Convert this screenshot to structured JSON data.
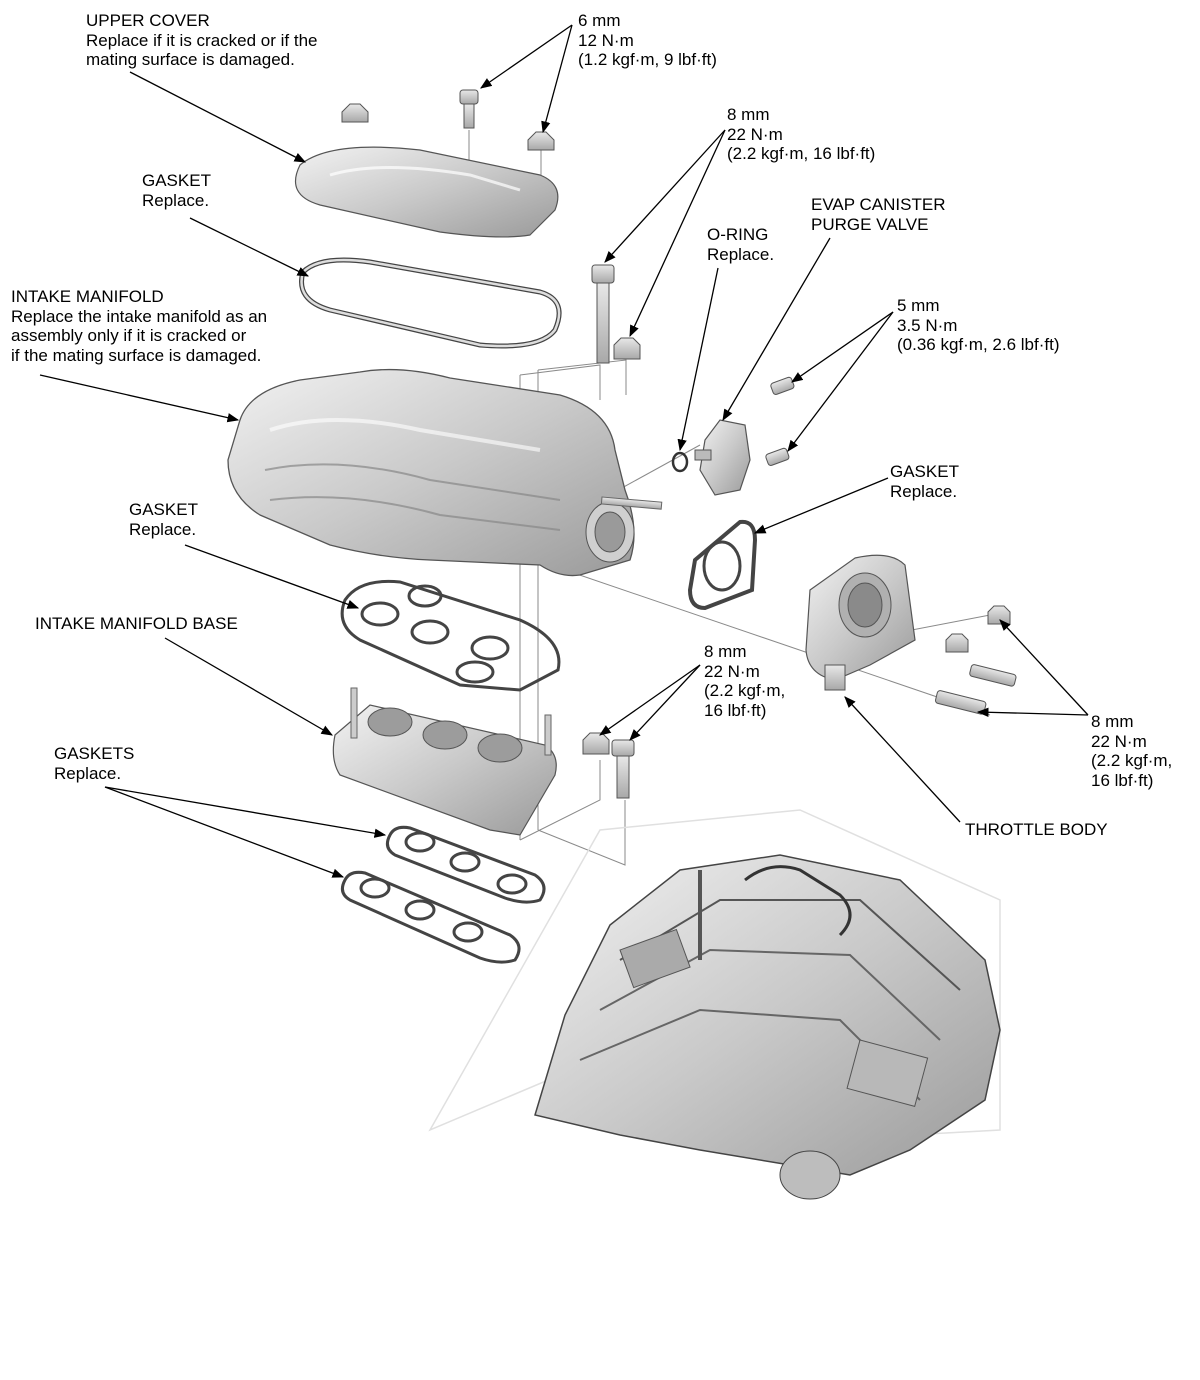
{
  "diagram": {
    "callouts": {
      "upper_cover": {
        "title": "UPPER COVER",
        "line1": "Replace if it is cracked or if the",
        "line2": "mating surface is damaged."
      },
      "cover_bolts": {
        "size": "6 mm",
        "torque_nm": "12 N·m",
        "torque_alt": "(1.2 kgf·m, 9 lbf·ft)"
      },
      "stud_bolts_upper": {
        "size": "8 mm",
        "torque_nm": "22 N·m",
        "torque_alt": "(2.2 kgf·m, 16 lbf·ft)"
      },
      "gasket_upper": {
        "title": "GASKET",
        "note": "Replace."
      },
      "o_ring": {
        "title": "O-RING",
        "note": "Replace."
      },
      "evap_valve": {
        "line1": "EVAP CANISTER",
        "line2": "PURGE VALVE"
      },
      "intake_manifold": {
        "title": "INTAKE MANIFOLD",
        "line1": "Replace the intake manifold as an",
        "line2": "assembly only if it is cracked or",
        "line3": "if the mating surface is damaged."
      },
      "valve_bolts": {
        "size": "5 mm",
        "torque_nm": "3.5 N·m",
        "torque_alt": "(0.36 kgf·m, 2.6 lbf·ft)"
      },
      "gasket_throttle": {
        "title": "GASKET",
        "note": "Replace."
      },
      "gasket_middle": {
        "title": "GASKET",
        "note": "Replace."
      },
      "manifold_base": {
        "title": "INTAKE MANIFOLD BASE"
      },
      "base_bolts": {
        "size": "8 mm",
        "torque_nm": "22 N·m",
        "torque_alt1": "(2.2 kgf·m,",
        "torque_alt2": "16 lbf·ft)"
      },
      "throttle_bolts": {
        "size": "8 mm",
        "torque_nm": "22 N·m",
        "torque_alt1": "(2.2 kgf·m,",
        "torque_alt2": "16 lbf·ft)"
      },
      "gaskets_lower": {
        "title": "GASKETS",
        "note": "Replace."
      },
      "throttle_body": {
        "title": "THROTTLE BODY"
      }
    }
  }
}
